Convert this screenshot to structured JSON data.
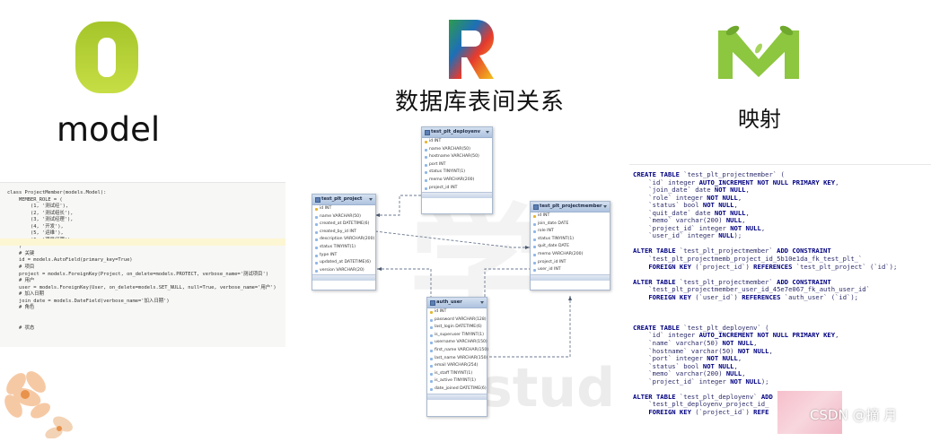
{
  "letters": {
    "o": "O",
    "r": "R",
    "m": "M"
  },
  "headings": {
    "model": "model",
    "relations": "数据库表间关系",
    "mapping": "映射"
  },
  "code": {
    "lines": [
      "class ProjectMember(models.Model):",
      "    MEMBER_ROLE = (",
      "        (1, '测试经'),",
      "        (2, '测试组长'),",
      "        (3, '测试经理'),",
      "        (4, '开发'),",
      "        (5, '运维'),",
      "        (6, '项目经理'),",
      "    )",
      "    # 关键",
      "    id = models.AutoField(primary_key=True)",
      "    # 项目",
      "    project = models.ForeignKey(Project, on_delete=models.PROTECT, verbose_name='测试项目')",
      "    # 用户",
      "    user = models.ForeignKey(User, on_delete=models.SET_NULL, null=True, verbose_name='用户')",
      "    # 加入日期",
      "    join_date = models.DateField(verbose_name='加入日期')",
      "    # 角色",
      "",
      "",
      "    # 状态"
    ]
  },
  "er_tables": [
    {
      "name": "test_plt_deployenv",
      "fields": [
        "id INT",
        "name VARCHAR(50)",
        "hostname VARCHAR(50)",
        "port INT",
        "status TINYINT(1)",
        "memo VARCHAR(200)",
        "project_id INT"
      ]
    },
    {
      "name": "test_plt_project",
      "fields": [
        "id INT",
        "name VARCHAR(50)",
        "created_at DATETIME(6)",
        "created_by_id INT",
        "description VARCHAR(200)",
        "status TINYINT(1)",
        "type INT",
        "updated_at DATETIME(6)",
        "version VARCHAR(20)"
      ]
    },
    {
      "name": "test_plt_projectmember",
      "fields": [
        "id INT",
        "join_date DATE",
        "role INT",
        "status TINYINT(1)",
        "quit_date DATE",
        "memo VARCHAR(200)",
        "project_id INT",
        "user_id INT"
      ]
    },
    {
      "name": "auth_user",
      "fields": [
        "id INT",
        "password VARCHAR(128)",
        "last_login DATETIME(6)",
        "is_superuser TINYINT(1)",
        "username VARCHAR(150)",
        "first_name VARCHAR(150)",
        "last_name VARCHAR(150)",
        "email VARCHAR(254)",
        "is_staff TINYINT(1)",
        "is_active TINYINT(1)",
        "date_joined DATETIME(6)"
      ]
    }
  ],
  "sql": {
    "lines": [
      "CREATE TABLE `test_plt_projectmember` (",
      "    `id` integer AUTO_INCREMENT NOT NULL PRIMARY KEY,",
      "    `join_date` date NOT NULL,",
      "    `role` integer NOT NULL,",
      "    `status` bool NOT NULL,",
      "    `quit_date` date NOT NULL,",
      "    `memo` varchar(200) NULL,",
      "    `project_id` integer NOT NULL,",
      "    `user_id` integer NULL);",
      "",
      "ALTER TABLE `test_plt_projectmember` ADD CONSTRAINT",
      "    `test_plt_projectmemb_project_id_5b10e1da_fk_test_plt_`",
      "    FOREIGN KEY (`project_id`) REFERENCES `test_plt_project` (`id`);",
      "",
      "ALTER TABLE `test_plt_projectmember` ADD CONSTRAINT",
      "    `test_plt_projectmember_user_id_45e7e067_fk_auth_user_id`",
      "    FOREIGN KEY (`user_id`) REFERENCES `auth_user` (`id`);",
      "",
      "",
      "",
      "CREATE TABLE `test_plt_deployenv` (",
      "    `id` integer AUTO_INCREMENT NOT NULL PRIMARY KEY,",
      "    `name` varchar(50) NOT NULL,",
      "    `hostname` varchar(50) NOT NULL,",
      "    `port` integer NOT NULL,",
      "    `status` bool NOT NULL,",
      "    `memo` varchar(200) NULL,",
      "    `project_id` integer NOT NULL);",
      "",
      "ALTER TABLE `test_plt_deployenv` ADD",
      "    `test_plt_deployenv_project_id_",
      "    FOREIGN KEY (`project_id`) REFE"
    ]
  },
  "watermark": {
    "csdn": "CSDN @摘 月",
    "faint": "学",
    "faint2": "stud"
  },
  "colors": {
    "o_green": "#b5d334",
    "m_green": "#8dc63f",
    "heading": "#111111"
  }
}
